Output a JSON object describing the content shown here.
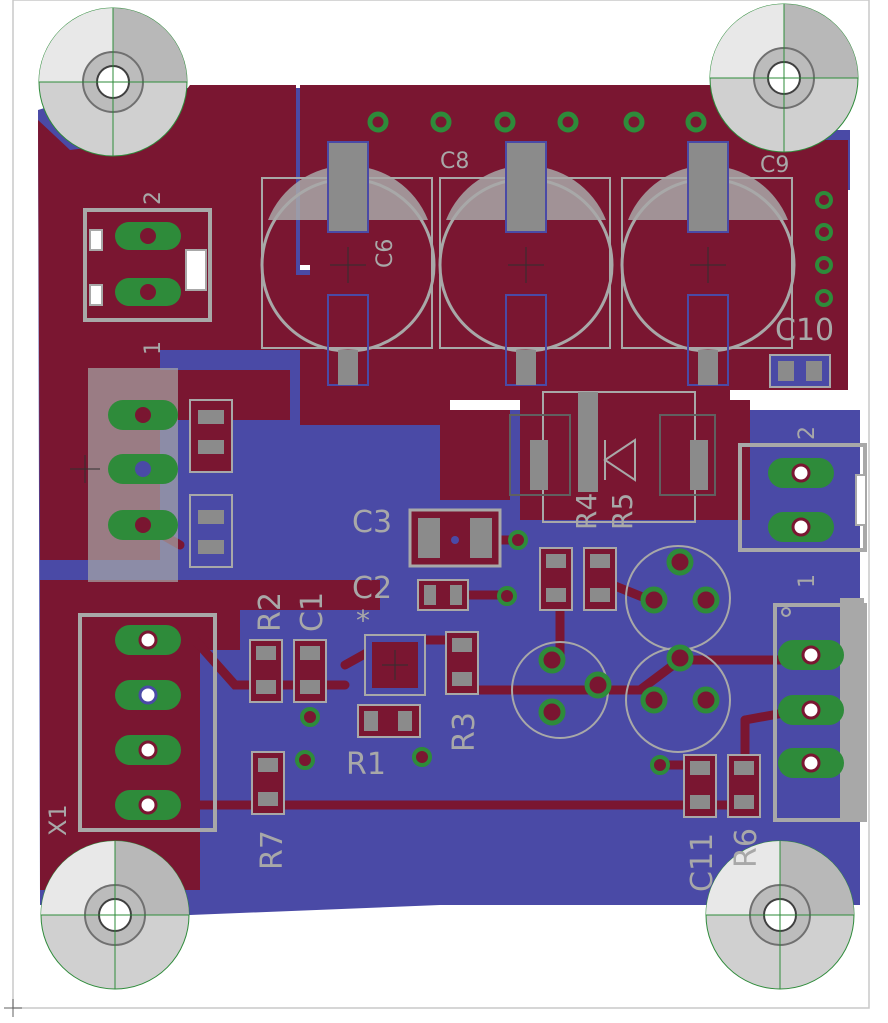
{
  "colors": {
    "background": "#ffffff",
    "top_copper": "#7a1631",
    "bottom_copper": "#4a4aa6",
    "silkscreen": "#a8a8a8",
    "pad_ring": "#2e8b3a",
    "smd_pad": "#8b8b8b",
    "hole": "#ffffff"
  },
  "labels": {
    "c8": "C8",
    "c9": "C9",
    "c6": "C6",
    "c10": "C10",
    "c3": "C3",
    "c2": "C2",
    "c1": "C1",
    "r2": "R2",
    "r1": "R1",
    "r3": "R3",
    "r4": "R4",
    "r5": "R5",
    "r7": "R7",
    "r6": "R6",
    "c11": "C11",
    "x1": "X1",
    "pin_two_top": "2",
    "pin_one_left": "1",
    "pin_two_right": "2",
    "pin_one_right": "1",
    "star": "*"
  }
}
